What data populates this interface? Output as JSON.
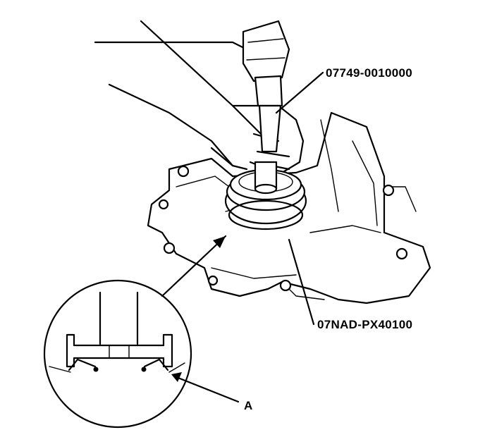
{
  "callouts": {
    "tool_handle": "07749-0010000",
    "tool_driver": "07NAD-PX40100",
    "detail_a": "A"
  }
}
